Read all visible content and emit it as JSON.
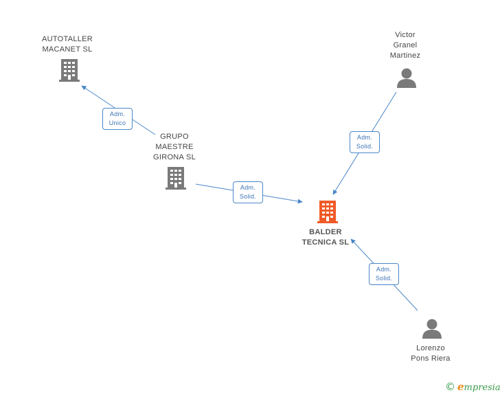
{
  "colors": {
    "company": "#7a7a7a",
    "main_company": "#f05a28",
    "person": "#7a7a7a",
    "edge": "#4a86c8",
    "brand_green": "#3a9a4a",
    "brand_orange": "#e8891a"
  },
  "nodes": {
    "autotaller": {
      "type": "company",
      "icon": "building-icon",
      "lines": [
        "AUTOTALLER",
        "MACANET SL"
      ]
    },
    "grupo": {
      "type": "company",
      "icon": "building-icon",
      "lines": [
        "GRUPO",
        "MAESTRE",
        "GIRONA SL"
      ]
    },
    "balder": {
      "type": "main-company",
      "icon": "building-icon",
      "lines": [
        "BALDER",
        "TECNICA SL"
      ]
    },
    "victor": {
      "type": "person",
      "icon": "person-icon",
      "lines": [
        "Victor",
        "Granel",
        "Martinez"
      ]
    },
    "lorenzo": {
      "type": "person",
      "icon": "person-icon",
      "lines": [
        "Lorenzo",
        "Pons Riera"
      ]
    }
  },
  "edges": {
    "grupo_autotaller": {
      "from": "grupo",
      "to": "autotaller",
      "lines": [
        "Adm.",
        "Unico"
      ]
    },
    "grupo_balder": {
      "from": "grupo",
      "to": "balder",
      "lines": [
        "Adm.",
        "Solid."
      ]
    },
    "victor_balder": {
      "from": "victor",
      "to": "balder",
      "lines": [
        "Adm.",
        "Solid."
      ]
    },
    "lorenzo_balder": {
      "from": "lorenzo",
      "to": "balder",
      "lines": [
        "Adm.",
        "Solid."
      ]
    }
  },
  "footer": {
    "copyright_symbol": "©",
    "brand_first_letter": "e",
    "brand_rest": "mpresia"
  }
}
